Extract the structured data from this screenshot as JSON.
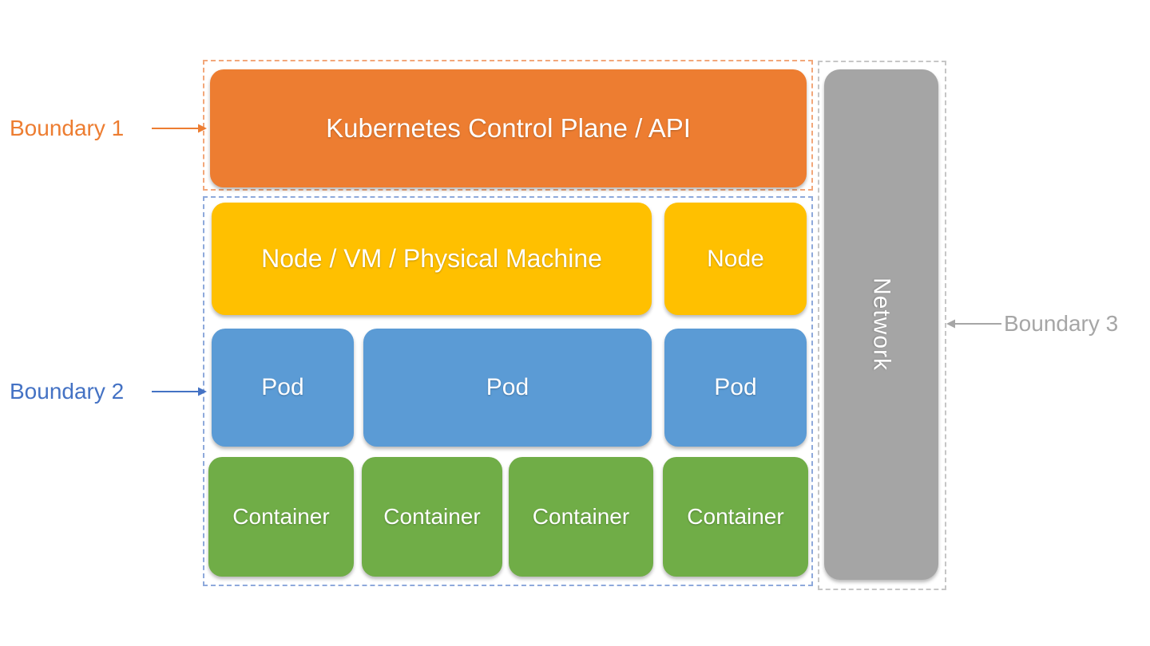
{
  "diagram": {
    "title_context": "Kubernetes cluster trust boundaries diagram",
    "boundaries": [
      {
        "id": "boundary1",
        "label": "Boundary 1",
        "color": "#ed7d31",
        "border_color": "#f2a77a",
        "arrow_direction": "right"
      },
      {
        "id": "boundary2",
        "label": "Boundary 2",
        "color": "#4472c4",
        "border_color": "#8ea9db",
        "arrow_direction": "right"
      },
      {
        "id": "boundary3",
        "label": "Boundary 3",
        "color": "#a6a6a6",
        "border_color": "#c6c6c6",
        "arrow_direction": "left"
      }
    ],
    "boxes": {
      "control_plane": {
        "label": "Kubernetes Control Plane / API",
        "color": "#ed7d31"
      },
      "node_main": {
        "label": "Node / VM / Physical Machine",
        "color": "#ffc000"
      },
      "node_small": {
        "label": "Node",
        "color": "#ffc000"
      },
      "pod_left": {
        "label": "Pod",
        "color": "#5b9bd5"
      },
      "pod_center": {
        "label": "Pod",
        "color": "#5b9bd5"
      },
      "pod_right": {
        "label": "Pod",
        "color": "#5b9bd5"
      },
      "container_1": {
        "label": "Container",
        "color": "#70ad47"
      },
      "container_2": {
        "label": "Container",
        "color": "#70ad47"
      },
      "container_3": {
        "label": "Container",
        "color": "#70ad47"
      },
      "container_4": {
        "label": "Container",
        "color": "#70ad47"
      },
      "network": {
        "label": "Network",
        "color": "#a5a5a5",
        "text_orientation": "vertical"
      }
    },
    "colors": {
      "orange": "#ed7d31",
      "yellow": "#ffc000",
      "blue": "#5b9bd5",
      "green": "#70ad47",
      "gray": "#a5a5a5",
      "label_blue": "#4472c4",
      "background": "#ffffff"
    }
  }
}
